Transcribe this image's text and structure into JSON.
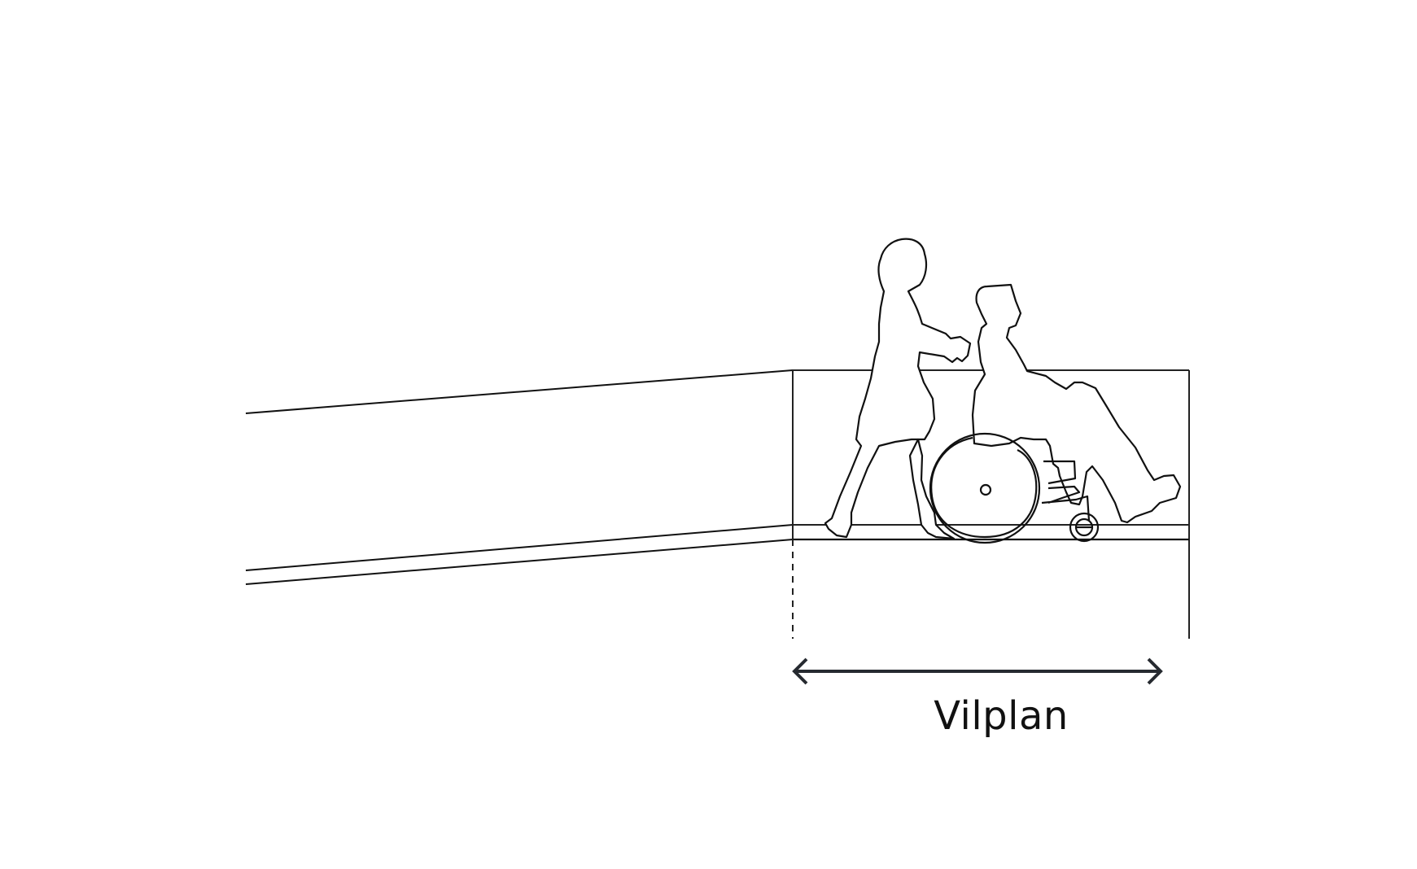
{
  "diagram": {
    "type": "accessibility-ramp-section",
    "label": "Vilplan",
    "elements": [
      {
        "id": "ramp",
        "description": "Sloped ramp section rising from left toward landing"
      },
      {
        "id": "landing",
        "description": "Level resting platform (Vilplan)"
      },
      {
        "id": "figure-helper",
        "description": "Standing person pushing wheelchair"
      },
      {
        "id": "figure-wheelchair-user",
        "description": "Person seated in wheelchair"
      },
      {
        "id": "dimension-arrow",
        "description": "Double-headed arrow spanning landing length"
      }
    ],
    "colors": {
      "line": "#111111",
      "arrow": "#262a30",
      "background": "#ffffff"
    }
  }
}
